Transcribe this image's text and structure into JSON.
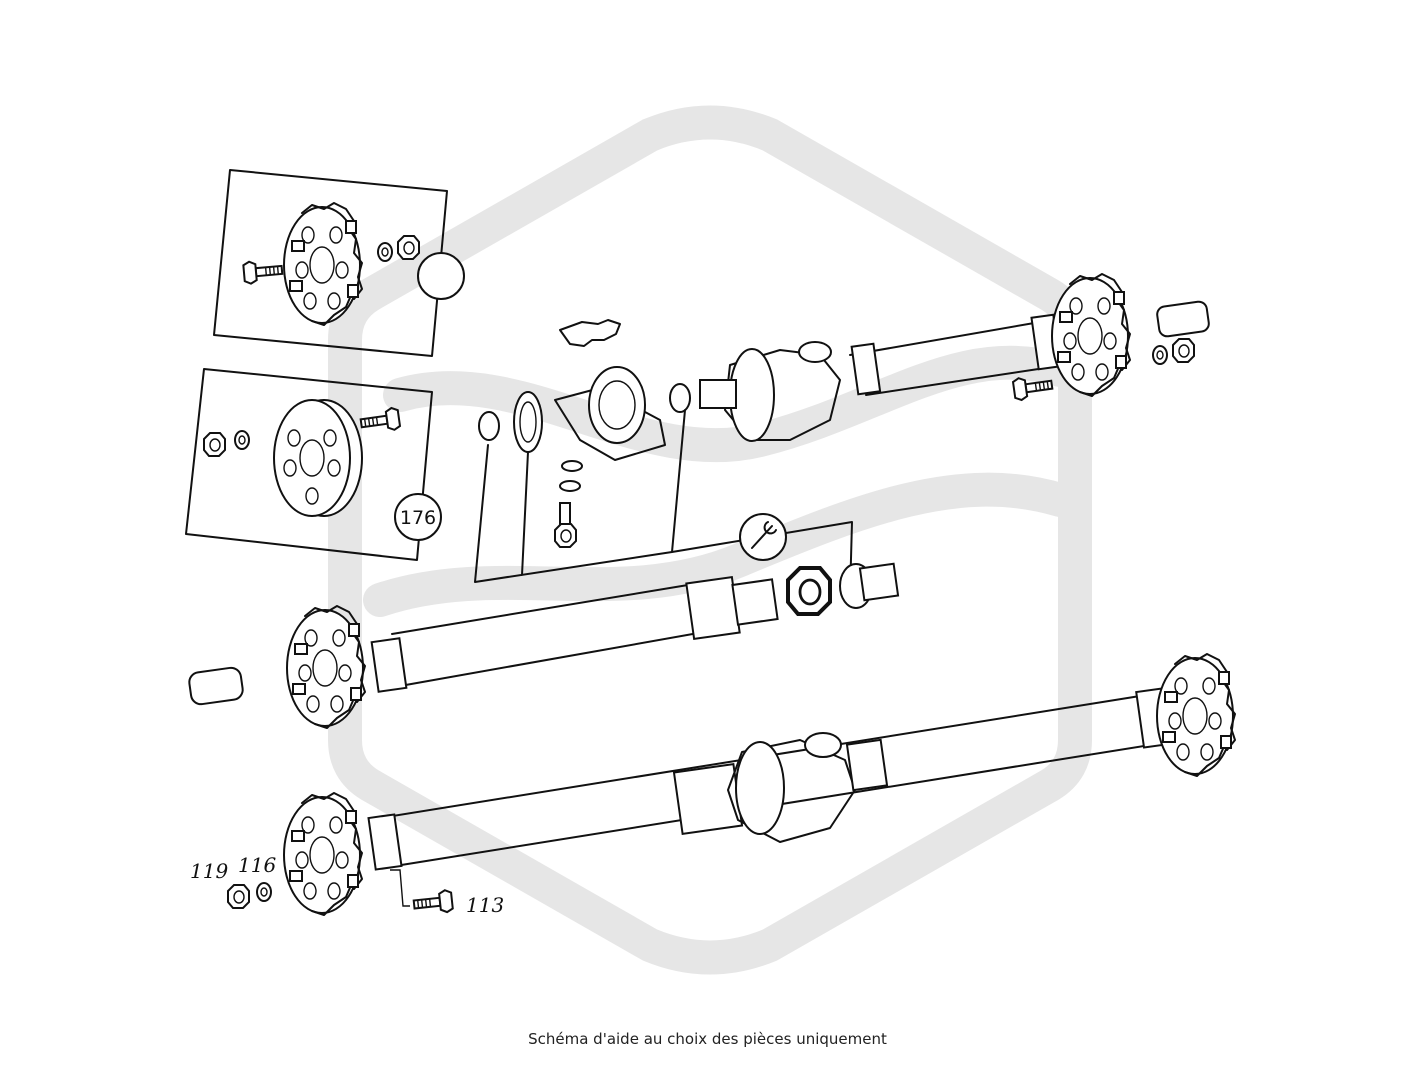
{
  "callouts": {
    "p176": "176",
    "p119": "119",
    "p116": "116",
    "p113": "113"
  },
  "caption": "Schéma d'aide au choix des pièces uniquement",
  "colors": {
    "line": "#111111",
    "watermark": "#e6e6e6",
    "background": "#ffffff"
  },
  "icons": [
    "wrench-icon",
    "watermark-logo"
  ]
}
